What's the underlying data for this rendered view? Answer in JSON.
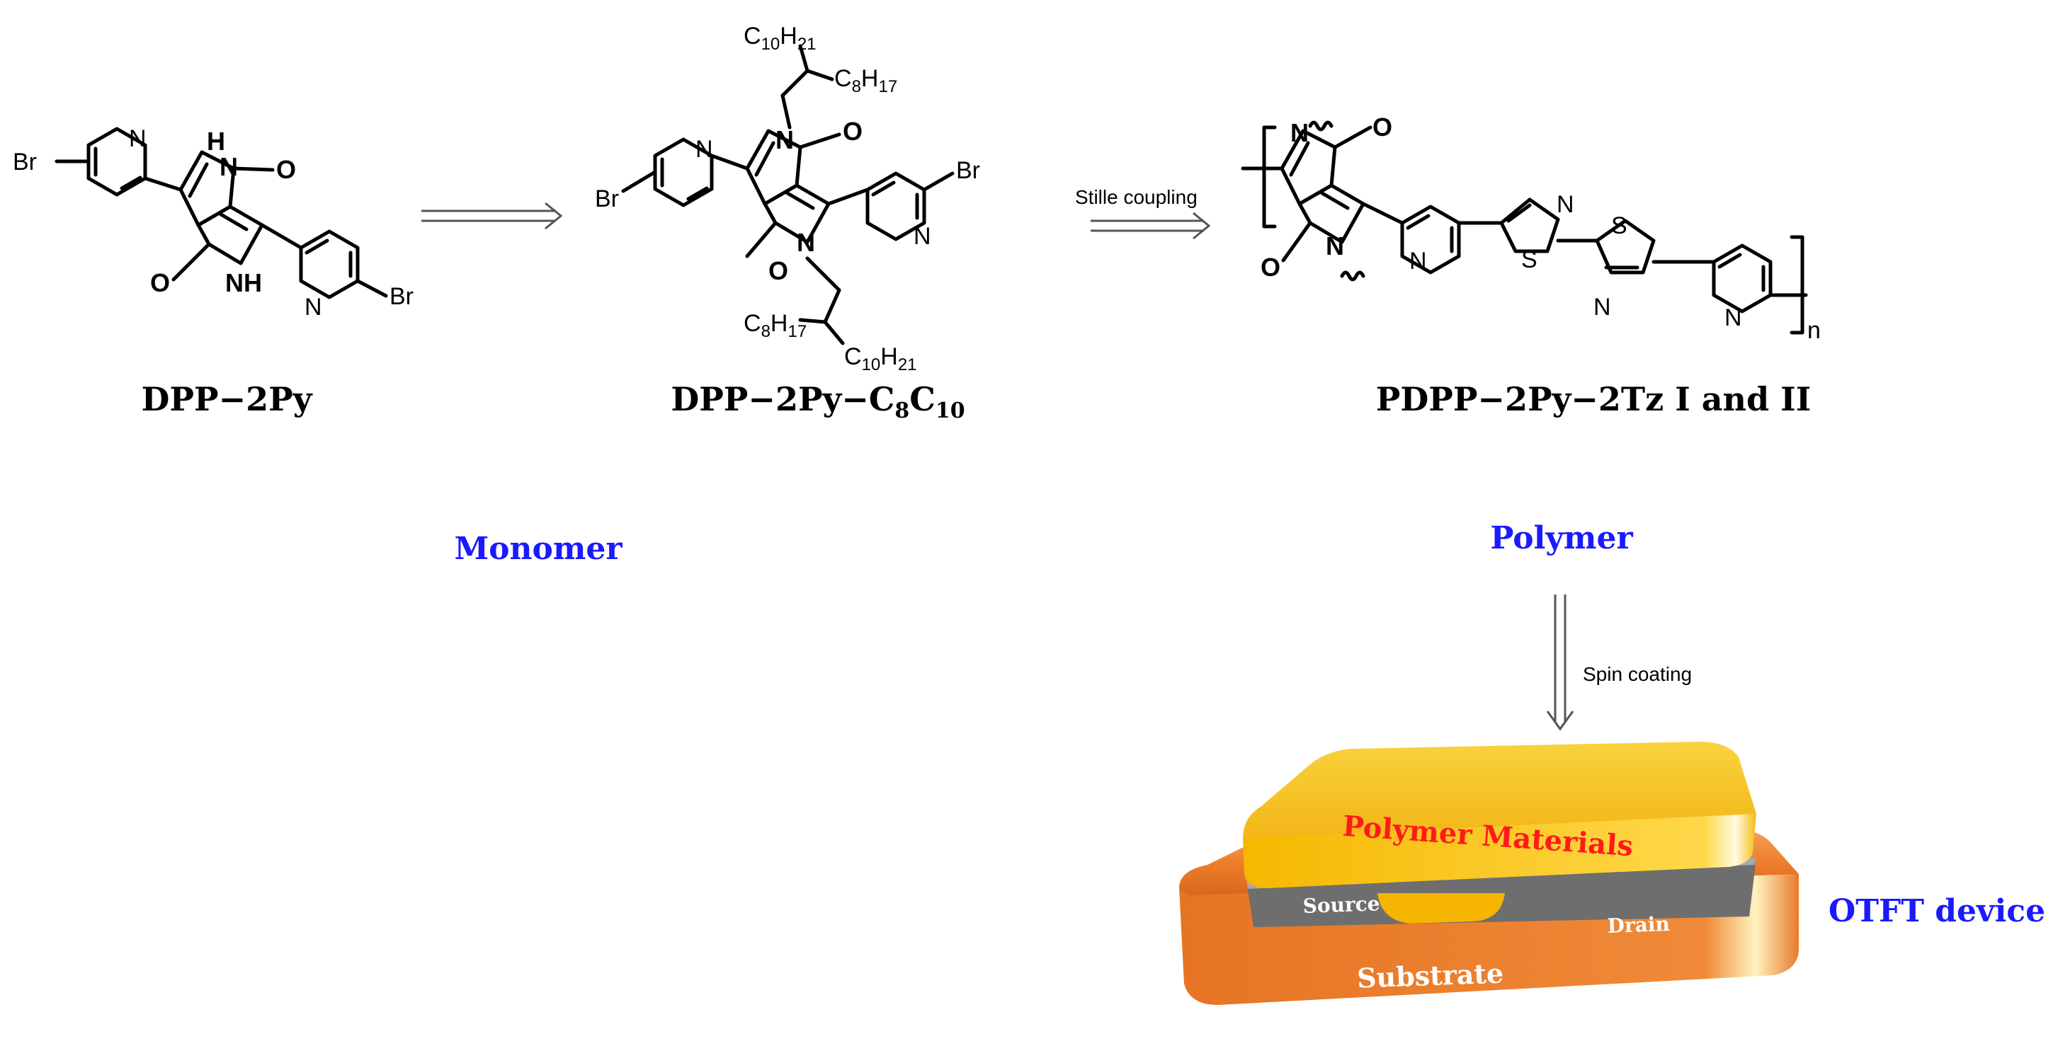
{
  "compounds": {
    "dpp2py": {
      "name": "DPP−2Py",
      "atoms": {
        "br": "Br",
        "n": "N",
        "nh": "NH",
        "h": "H",
        "o": "O"
      }
    },
    "dpp2py_alkyl": {
      "name_main": "DPP−2Py−C",
      "name_sub1": "8",
      "name_c": "C",
      "name_sub2": "10",
      "chain_top_a": "C",
      "chain_top_a_sub": "10",
      "chain_top_a_h": "H",
      "chain_top_a_hsub": "21",
      "chain_top_b": "C",
      "chain_top_b_sub": "8",
      "chain_top_b_h": "H",
      "chain_top_b_hsub": "17",
      "chain_bot_a": "C",
      "chain_bot_a_sub": "8",
      "chain_bot_a_h": "H",
      "chain_bot_a_hsub": "17",
      "chain_bot_b": "C",
      "chain_bot_b_sub": "10",
      "chain_bot_b_h": "H",
      "chain_bot_b_hsub": "21",
      "atoms": {
        "br": "Br",
        "n": "N",
        "o": "O"
      }
    },
    "polymer": {
      "name": "PDPP−2Py−2Tz I and II",
      "repeat": "n",
      "atoms": {
        "n": "N",
        "o": "O",
        "s": "S"
      }
    }
  },
  "reactions": {
    "step2": "Stille coupling",
    "step3": "Spin coating"
  },
  "labels": {
    "monomer": "Monomer",
    "polymer": "Polymer",
    "otft": "OTFT device"
  },
  "device": {
    "polymer_layer": "Polymer Materials",
    "source": "Source",
    "drain": "Drain",
    "substrate": "Substrate"
  },
  "colors": {
    "label_blue": "#1a1aff",
    "polymer_red": "#ff1a1a",
    "substrate_orange": "#f08030",
    "polymer_yellow": "#f7c21a",
    "electrode_gray": "#7a7a7a"
  }
}
